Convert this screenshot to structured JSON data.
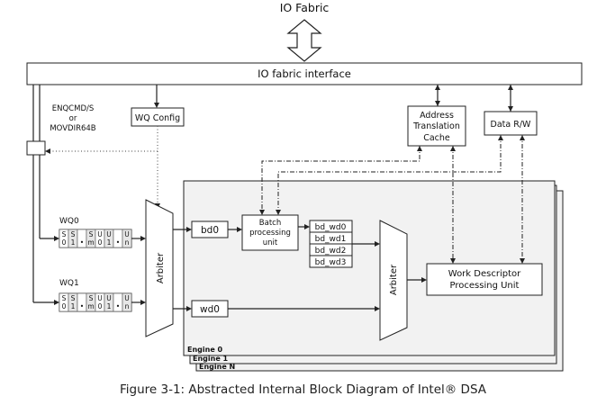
{
  "title": "IO Fabric",
  "blocks": {
    "io_fabric_interface": "IO fabric interface",
    "enqcmd": [
      "ENQCMD/S",
      "or",
      "MOVDIR64B"
    ],
    "wq_config": "WQ Config",
    "address_translation_cache": [
      "Address",
      "Translation",
      "Cache"
    ],
    "data_rw": "Data R/W",
    "arbiter_left": "Arbiter",
    "arbiter_right": "Arbiter",
    "bd0": "bd0",
    "wd0": "wd0",
    "batch_processing_unit": [
      "Batch",
      "processing",
      "unit"
    ],
    "bd_wd": [
      "bd_wd0",
      "bd_wd1",
      "bd_wd2",
      "bd_wd3"
    ],
    "work_descriptor_processing_unit": [
      "Work Descriptor",
      "Processing Unit"
    ]
  },
  "work_queues": [
    {
      "label": "WQ0",
      "top": [
        "S",
        "S",
        "",
        "S",
        "U",
        "U",
        "",
        "U"
      ],
      "bottom": [
        "0",
        "1",
        "•",
        "m",
        "0",
        "1",
        "•",
        "n"
      ]
    },
    {
      "label": "WQ1",
      "top": [
        "S",
        "S",
        "",
        "S",
        "U",
        "U",
        "",
        "U"
      ],
      "bottom": [
        "0",
        "1",
        "•",
        "m",
        "0",
        "1",
        "•",
        "n"
      ]
    }
  ],
  "engines": [
    "Engine 0",
    "Engine 1",
    "Engine N"
  ],
  "caption": "Figure 3-1: Abstracted Internal Block Diagram of Intel® DSA"
}
